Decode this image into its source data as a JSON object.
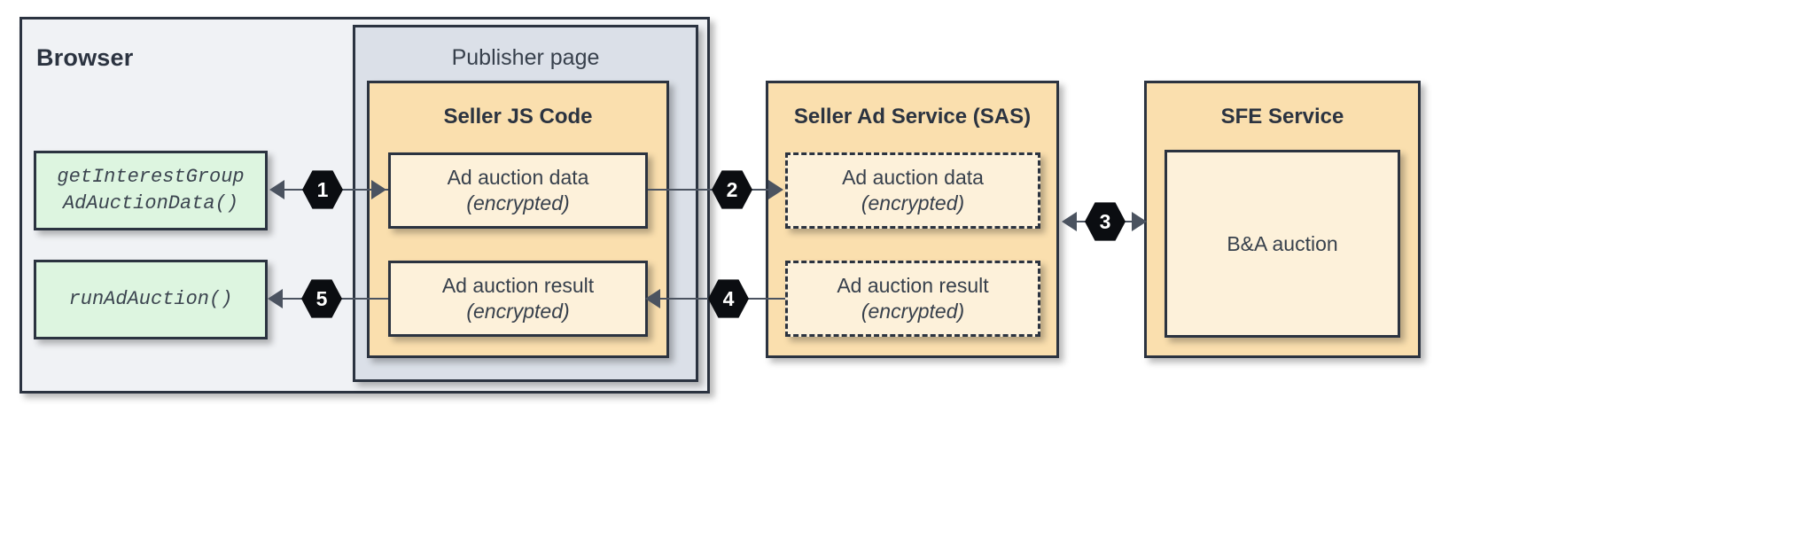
{
  "diagram": {
    "title_visible": false,
    "colors": {
      "browser_bg": "#f0f2f5",
      "publisher_bg": "#dbe0e8",
      "service_bg": "#fadfae",
      "data_bg": "#fdf1da",
      "api_bg": "#ddf5e0",
      "stroke": "#2b3340",
      "badge_bg": "#0b0d11",
      "badge_text": "#ffffff"
    }
  },
  "browser": {
    "label": "Browser",
    "api_boxes": [
      {
        "name": "get-interest-group-ad-auction-data",
        "label": "getInterestGroup\nAdAuctionData()"
      },
      {
        "name": "run-ad-auction",
        "label": "runAdAuction()"
      }
    ]
  },
  "publisher_page": {
    "label": "Publisher page"
  },
  "seller_js_code": {
    "label": "Seller JS Code",
    "boxes": [
      {
        "name": "ad-auction-data",
        "line1": "Ad auction data",
        "line2": "(encrypted)",
        "dashed": false
      },
      {
        "name": "ad-auction-result",
        "line1": "Ad auction result",
        "line2": "(encrypted)",
        "dashed": false
      }
    ]
  },
  "seller_ad_service": {
    "label": "Seller Ad Service (SAS)",
    "boxes": [
      {
        "name": "ad-auction-data",
        "line1": "Ad auction data",
        "line2": "(encrypted)",
        "dashed": true
      },
      {
        "name": "ad-auction-result",
        "line1": "Ad auction result",
        "line2": "(encrypted)",
        "dashed": true
      }
    ]
  },
  "sfe_service": {
    "label": "SFE Service",
    "inner_label": "B&A auction"
  },
  "steps": [
    {
      "id": "1",
      "label": "1",
      "from": "seller-js-ad-auction-data",
      "to": "get-interest-group-ad-auction-data",
      "direction": "bidirectional"
    },
    {
      "id": "2",
      "label": "2",
      "from": "seller-js-ad-auction-data",
      "to": "sas-ad-auction-data",
      "direction": "right"
    },
    {
      "id": "3",
      "label": "3",
      "from": "seller-ad-service",
      "to": "sfe-service",
      "direction": "bidirectional"
    },
    {
      "id": "4",
      "label": "4",
      "from": "sas-ad-auction-result",
      "to": "seller-js-ad-auction-result",
      "direction": "left"
    },
    {
      "id": "5",
      "label": "5",
      "from": "seller-js-ad-auction-result",
      "to": "run-ad-auction",
      "direction": "left"
    }
  ]
}
